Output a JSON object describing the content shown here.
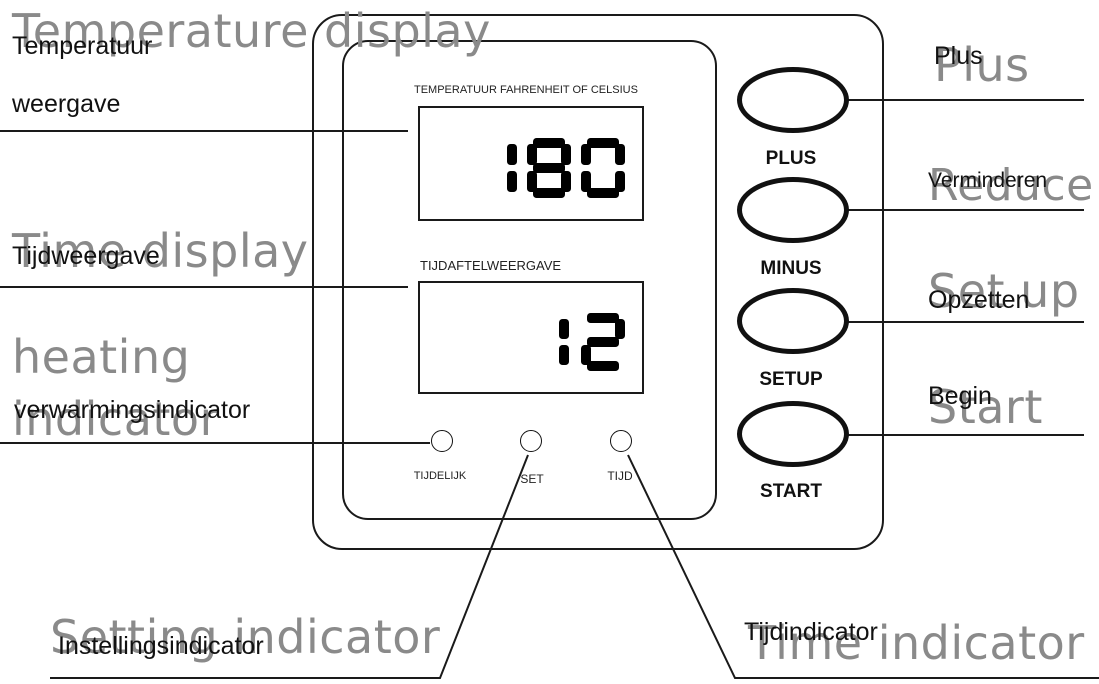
{
  "panel": {
    "temp_caption": "TEMPERATUUR FAHRENHEIT OF CELSIUS",
    "temp_value": "180",
    "time_caption": "TIJDAFTELWEERGAVE",
    "time_value": "12"
  },
  "buttons": [
    {
      "label": "PLUS"
    },
    {
      "label": "MINUS"
    },
    {
      "label": "SETUP"
    },
    {
      "label": "START"
    }
  ],
  "indicators": [
    {
      "label": "TIJDELIJK"
    },
    {
      "label": "SET"
    },
    {
      "label": "TIJD"
    }
  ],
  "callouts": {
    "temp_display": {
      "en": "Temperature display",
      "nl_1": "Temperatuur",
      "nl_2": "weergave"
    },
    "time_display": {
      "en": "Time display",
      "nl": "Tijdweergave"
    },
    "heating_indicator": {
      "en_1": "heating",
      "en_2": "indicator",
      "nl": "verwarmingsindicator"
    },
    "setting_indicator": {
      "en": "Setting indicator",
      "nl": "Instellingsindicator"
    },
    "time_indicator": {
      "en": "Time indicator",
      "nl": "Tijdindicator"
    },
    "plus": {
      "en": "Plus",
      "nl": "Plus"
    },
    "reduce": {
      "en": "Reduce",
      "nl": "Verminderen"
    },
    "setup": {
      "en": "Set up",
      "nl": "Opzetten"
    },
    "start": {
      "en": "Start",
      "nl": "Begin"
    }
  }
}
